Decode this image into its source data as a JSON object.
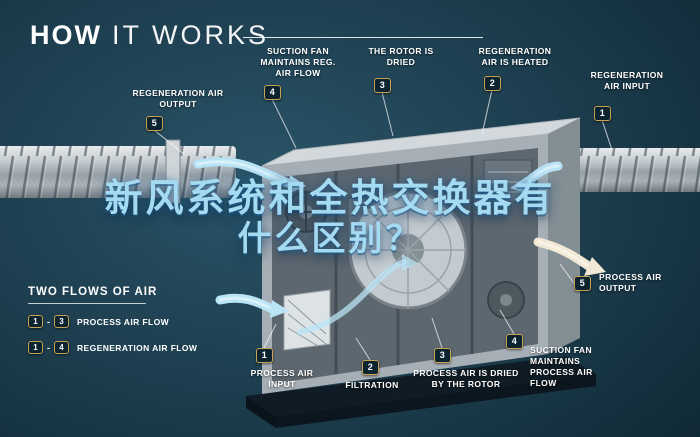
{
  "title": {
    "bold": "HOW",
    "light": "IT WORKS"
  },
  "overlay": {
    "line1": "新风系统和全热交换器有",
    "line2": "什么区别？"
  },
  "callouts": {
    "regen_output": {
      "num": "5",
      "label": "REGENERATION AIR OUTPUT"
    },
    "suction_reg": {
      "num": "4",
      "label": "SUCTION FAN MAINTAINS REG. AIR FLOW"
    },
    "rotor_dried": {
      "num": "3",
      "label": "THE ROTOR IS DRIED"
    },
    "regen_heated": {
      "num": "2",
      "label": "REGENERATION AIR IS HEATED"
    },
    "regen_input": {
      "num": "1",
      "label": "REGENERATION AIR INPUT"
    },
    "process_input": {
      "num": "1",
      "label": "PROCESS AIR INPUT"
    },
    "filtration": {
      "num": "2",
      "label": "FILTRATION"
    },
    "process_dried": {
      "num": "3",
      "label": "PROCESS AIR IS DRIED BY THE ROTOR"
    },
    "suction_process": {
      "num": "4",
      "label": "SUCTION FAN MAINTAINS PROCESS AIR FLOW"
    },
    "process_output": {
      "num": "5",
      "label": "PROCESS AIR OUTPUT"
    }
  },
  "legend": {
    "heading": "TWO FLOWS OF AIR",
    "rows": [
      {
        "from": "1",
        "dash": "-",
        "to": "3",
        "label": "PROCESS AIR FLOW"
      },
      {
        "from": "1",
        "dash": "-",
        "to": "4",
        "label": "REGENERATION AIR FLOW"
      }
    ]
  },
  "colors": {
    "background": "#1b3b4b",
    "accent_gold": "#c9a355",
    "flow_blue": "#b9e4f6",
    "flow_cream": "#f1e9d6",
    "text": "#ffffff",
    "overlay_blue": "#a4daf2"
  }
}
